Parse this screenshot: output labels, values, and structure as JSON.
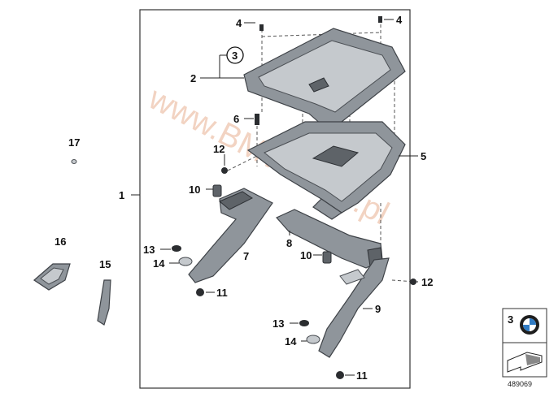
{
  "callouts": {
    "c1": "1",
    "c2": "2",
    "c3": "3",
    "c4a": "4",
    "c4b": "4",
    "c5": "5",
    "c6": "6",
    "c7": "7",
    "c8": "8",
    "c9": "9",
    "c10a": "10",
    "c10b": "10",
    "c11a": "11",
    "c11b": "11",
    "c12a": "12",
    "c12b": "12",
    "c13a": "13",
    "c13b": "13",
    "c14a": "14",
    "c14b": "14",
    "c15": "15",
    "c16": "16",
    "c17": "17"
  },
  "watermark": "www.BMWstore.pl",
  "legend": {
    "number": "3"
  },
  "image_number": "489069",
  "colors": {
    "part": "#8f959b",
    "watermark": "#e3a07a",
    "ink": "#111111"
  }
}
